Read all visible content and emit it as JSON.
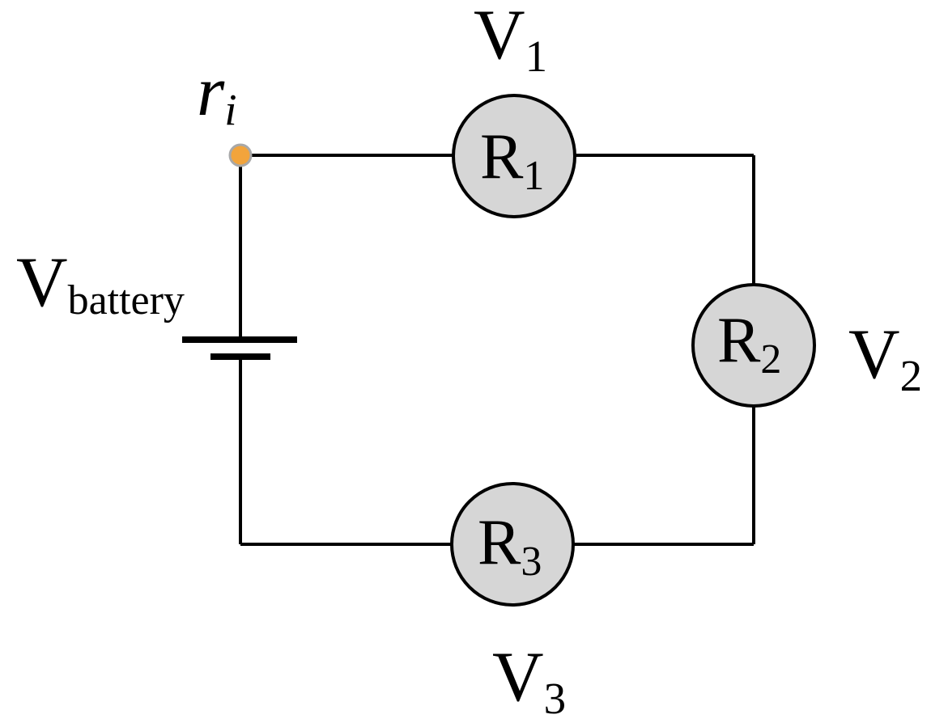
{
  "figure": {
    "type": "circuit-diagram",
    "topology": "series loop: battery with internal-resistance node feeding R1, R2, R3",
    "colors": {
      "background": "#ffffff",
      "wire": "#000000",
      "resistor_fill": "#d6d6d6",
      "resistor_stroke": "#000000",
      "terminal_fill": "#f2a43c",
      "terminal_stroke": "#a8a8a8",
      "text": "#000000"
    },
    "labels": {
      "v1": {
        "base": "V",
        "sub": "1"
      },
      "v2": {
        "base": "V",
        "sub": "2"
      },
      "v3": {
        "base": "V",
        "sub": "3"
      },
      "r1": {
        "base": "R",
        "sub": "1"
      },
      "r2": {
        "base": "R",
        "sub": "2"
      },
      "r3": {
        "base": "R",
        "sub": "3"
      },
      "internal_resistance": {
        "base": "r",
        "sub": "i"
      },
      "battery": {
        "base": "V",
        "sub": "battery"
      }
    }
  }
}
